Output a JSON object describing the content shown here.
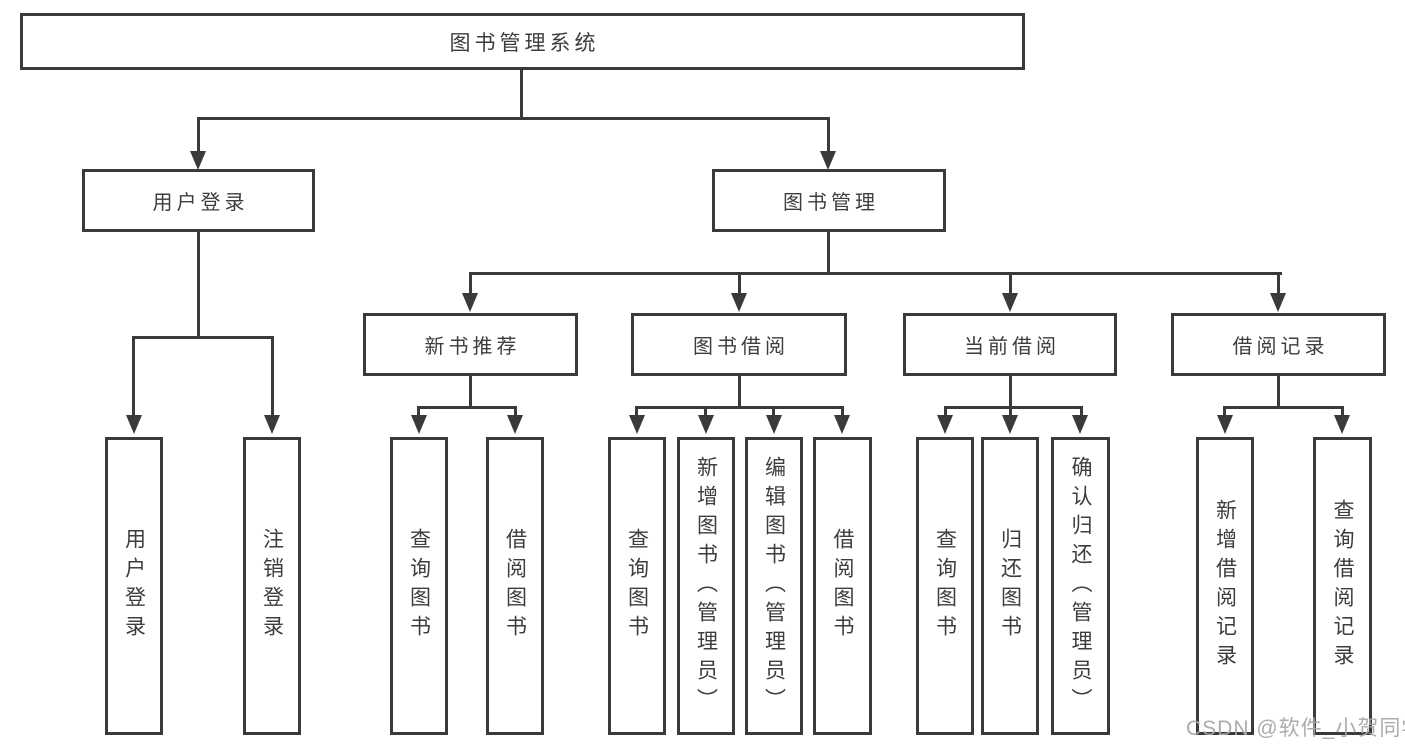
{
  "diagram": {
    "root": {
      "label": "图书管理系统"
    },
    "level2": [
      {
        "label": "用户登录"
      },
      {
        "label": "图书管理"
      }
    ],
    "level3": [
      {
        "label": "新书推荐"
      },
      {
        "label": "图书借阅"
      },
      {
        "label": "当前借阅"
      },
      {
        "label": "借阅记录"
      }
    ],
    "leaves": {
      "user_login": [
        "用户登录",
        "注销登录"
      ],
      "new_book_recommend": [
        "查询图书",
        "借阅图书"
      ],
      "book_borrow": [
        "查询图书",
        "新增图书（管理员）",
        "编辑图书（管理员）",
        "借阅图书"
      ],
      "current_borrow": [
        "查询图书",
        "归还图书",
        "确认归还（管理员）"
      ],
      "borrow_records": [
        "新增借阅记录",
        "查询借阅记录"
      ]
    },
    "watermark": "CSDN @软件_小贺同学"
  },
  "colors": {
    "line": "#3a3a3c",
    "text": "#3d3d3f",
    "watermark": "#a8a8aa",
    "background": "#ffffff"
  }
}
